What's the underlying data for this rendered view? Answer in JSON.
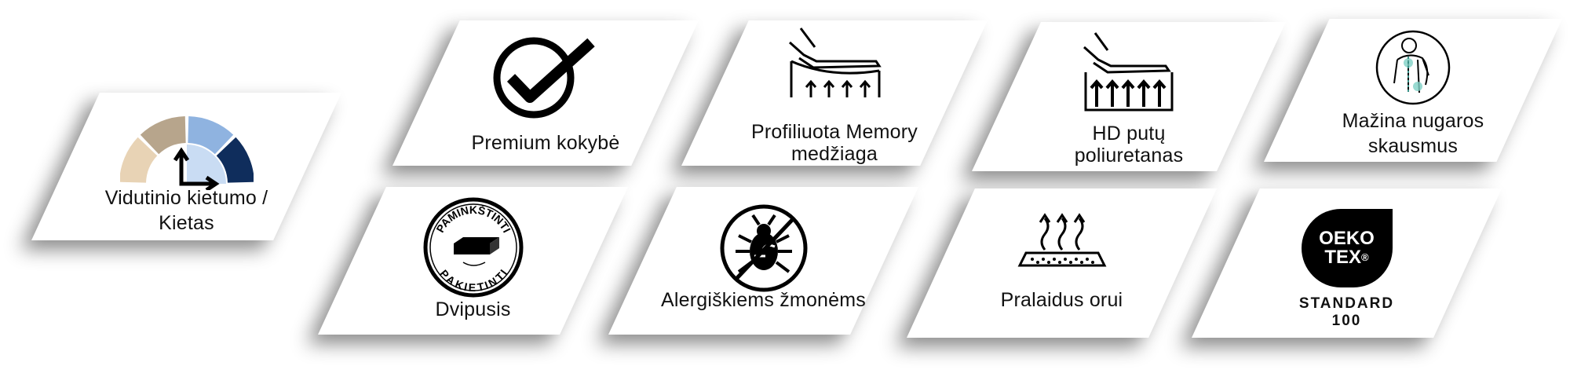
{
  "tiles": {
    "firmness": {
      "line1": "Vidutinio kietumo /",
      "line2": "Kietas"
    },
    "premium": {
      "label": "Premium kokybė"
    },
    "memory": {
      "line1": "Profiliuota Memory",
      "line2": "medžiaga"
    },
    "hd_foam": {
      "line1": "HD putų",
      "line2": "poliuretanas"
    },
    "back_pain": {
      "line1": "Mažina nugaros",
      "line2": "skausmus"
    },
    "double_sided": {
      "label": "Dvipusis",
      "badge_top": "PAMINKŠTINTI",
      "badge_bottom": "PAKIETINTI"
    },
    "allergy": {
      "label": "Alergiškiems žmonėms"
    },
    "breathable": {
      "label": "Pralaidus orui"
    },
    "oekotex": {
      "logo_line1": "OEKO",
      "logo_line2": "TEX",
      "reg": "®",
      "line1": "STANDARD",
      "line2": "100"
    }
  },
  "colors": {
    "gauge_beige": "#e8d3b5",
    "gauge_taupe": "#b7a58c",
    "gauge_lightblue": "#8fb3e0",
    "gauge_navy": "#0f2d5c",
    "text": "#111111"
  }
}
